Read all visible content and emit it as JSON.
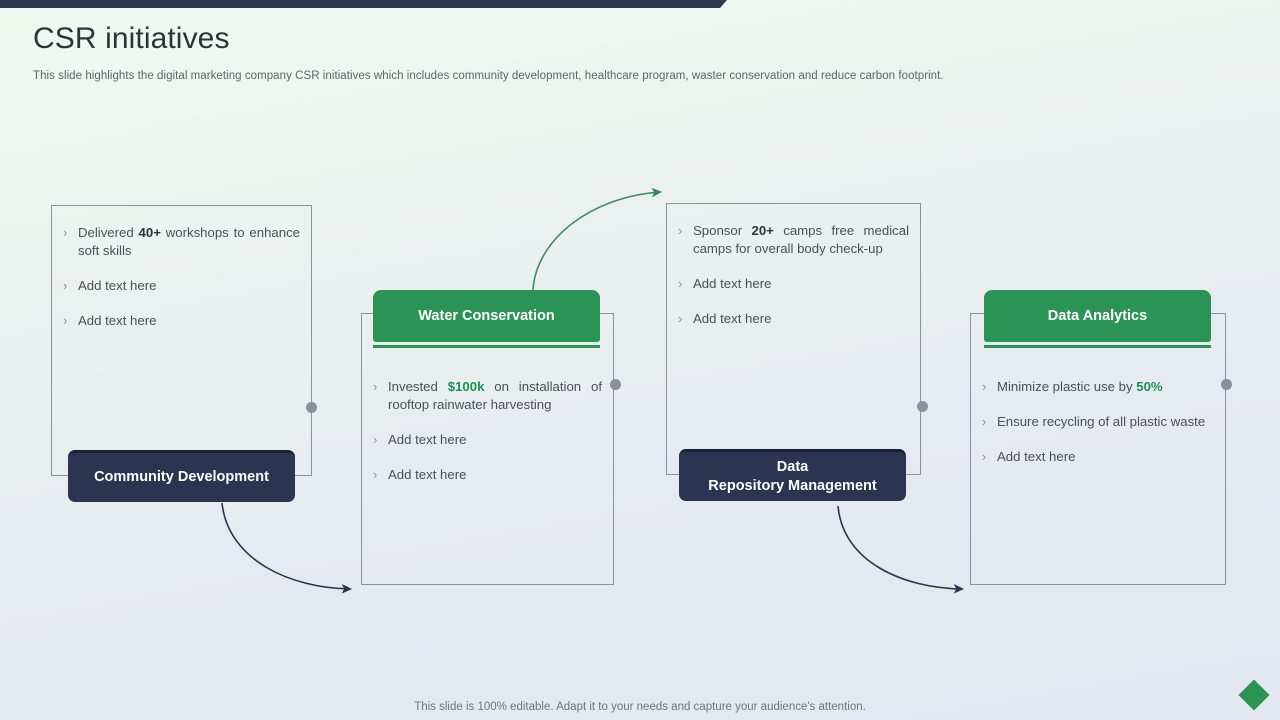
{
  "theme": {
    "navy": "#2b3450",
    "navy_dark": "#1b2238",
    "green": "#2b9354",
    "highlight_green": "#1f9150",
    "text_gray": "#4b5055",
    "bg_top": "#eef8ef",
    "bg_bottom": "#e3e7ef"
  },
  "header": {
    "title": "CSR initiatives",
    "subtitle": "This slide highlights the digital marketing company CSR initiatives which includes community development, healthcare program, waster conservation and reduce carbon footprint."
  },
  "cards": [
    {
      "id": "community-development",
      "label": "Community Development",
      "label_style": "navy-bottom",
      "bullets": [
        {
          "prefix": "Delivered ",
          "bold": "40+",
          "suffix": " workshops to enhance soft skills"
        },
        {
          "prefix": "Add text here",
          "bold": "",
          "suffix": ""
        },
        {
          "prefix": "Add text here",
          "bold": "",
          "suffix": ""
        }
      ]
    },
    {
      "id": "water-conservation",
      "label": "Water Conservation",
      "label_style": "green-top",
      "bullets": [
        {
          "prefix": "Invested ",
          "highlight": "$100k",
          "suffix": " on installation of rooftop rainwater harvesting"
        },
        {
          "prefix": "Add text here",
          "highlight": "",
          "suffix": ""
        },
        {
          "prefix": "Add text here",
          "highlight": "",
          "suffix": ""
        }
      ]
    },
    {
      "id": "data-repository-management",
      "label_line1": "Data",
      "label_line2": "Repository Management",
      "label_style": "navy-bottom",
      "bullets": [
        {
          "prefix": "Sponsor ",
          "bold": "20+",
          "suffix": " camps free medical camps for overall body check-up"
        },
        {
          "prefix": "Add text here",
          "bold": "",
          "suffix": ""
        },
        {
          "prefix": "Add text here",
          "bold": "",
          "suffix": ""
        }
      ]
    },
    {
      "id": "data-analytics",
      "label": "Data Analytics",
      "label_style": "green-top",
      "bullets": [
        {
          "prefix": "Minimize plastic use by ",
          "highlight": "50%",
          "suffix": ""
        },
        {
          "prefix": "Ensure recycling of all plastic waste",
          "highlight": "",
          "suffix": ""
        },
        {
          "prefix": "Add text here",
          "highlight": "",
          "suffix": ""
        }
      ]
    }
  ],
  "bullet_marker": "chevron-right",
  "footer": {
    "note": "This slide is 100% editable. Adapt it to your needs and capture your audience's attention."
  }
}
